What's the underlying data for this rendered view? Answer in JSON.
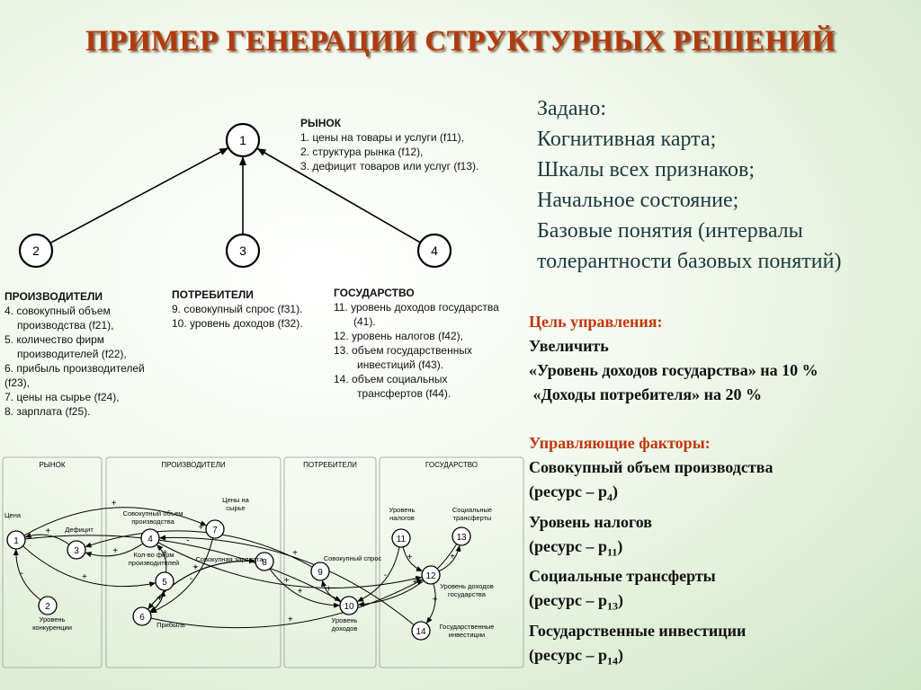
{
  "title": "ПРИМЕР  ГЕНЕРАЦИИ СТРУКТУРНЫХ РЕШЕНИЙ",
  "top_diagram": {
    "nodes": [
      {
        "id": "1",
        "label": "1"
      },
      {
        "id": "2",
        "label": "2"
      },
      {
        "id": "3",
        "label": "3"
      },
      {
        "id": "4",
        "label": "4"
      }
    ],
    "edges": [
      [
        "2",
        "1"
      ],
      [
        "3",
        "1"
      ],
      [
        "4",
        "1"
      ]
    ],
    "market": {
      "heading": "РЫНОК",
      "items": [
        "1. цены на товары и услуги (f11),",
        "2. структура рынка (f12),",
        "3. дефицит товаров или услуг (f13)."
      ]
    },
    "producers": {
      "heading": "ПРОИЗВОДИТЕЛИ",
      "items": [
        "4. совокупный объем",
        "производства (f21),",
        "5. количество фирм",
        "производителей (f22),",
        "6. прибыль производителей",
        "(f23),",
        "7. цены на сырье (f24),",
        "8. зарплата  (f25)."
      ]
    },
    "consumers": {
      "heading": "ПОТРЕБИТЕЛИ",
      "items": [
        "9. совокупный спрос (f31).",
        "10. уровень доходов (f32)."
      ]
    },
    "state": {
      "heading": "ГОСУДАРСТВО",
      "items": [
        "11. уровень доходов государства",
        "(41).",
        "12. уровень налогов (f42),",
        "13. объем государственных",
        "инвестиций (f43).",
        "14. объем социальных",
        "трансфертов (f44)."
      ]
    }
  },
  "cognitive_map": {
    "sections": [
      "РЫНОК",
      "ПРОИЗВОДИТЕЛИ",
      "ПОТРЕБИТЕЛИ",
      "ГОСУДАРСТВО"
    ],
    "nodes": [
      {
        "id": "1",
        "label": "1",
        "caption": "Цена"
      },
      {
        "id": "2",
        "label": "2",
        "caption": "Уровень конкуренции"
      },
      {
        "id": "3",
        "label": "3",
        "caption": "Дефицит"
      },
      {
        "id": "4",
        "label": "4",
        "caption": "Совокупный  объем производства"
      },
      {
        "id": "5",
        "label": "5",
        "caption": "Кол-во  фирм производителей"
      },
      {
        "id": "6",
        "label": "6",
        "caption": "Прибыль"
      },
      {
        "id": "7",
        "label": "7",
        "caption": "Цены на сырье"
      },
      {
        "id": "8",
        "label": "8",
        "caption": "Совокупная зарплата"
      },
      {
        "id": "9",
        "label": "9",
        "caption": "Совокупный спрос"
      },
      {
        "id": "10",
        "label": "10",
        "caption": "Уровень доходов"
      },
      {
        "id": "11",
        "label": "11",
        "caption": "Уровень налогов"
      },
      {
        "id": "12",
        "label": "12",
        "caption": "Уровень  доходов государства"
      },
      {
        "id": "13",
        "label": "13",
        "caption": "Социальные трансферты"
      },
      {
        "id": "14",
        "label": "14",
        "caption": "Государственные инвестиции"
      }
    ],
    "edges": [
      {
        "from": "3",
        "to": "1",
        "sign": "+"
      },
      {
        "from": "4",
        "to": "3",
        "sign": "+"
      },
      {
        "from": "5",
        "to": "4",
        "sign": "+"
      },
      {
        "from": "2",
        "to": "1",
        "sign": "-"
      },
      {
        "from": "1",
        "to": "5",
        "sign": "+"
      },
      {
        "from": "5",
        "to": "6",
        "sign": "+"
      },
      {
        "from": "6",
        "to": "5",
        "sign": "+"
      },
      {
        "from": "7",
        "to": "6",
        "sign": "-"
      },
      {
        "from": "8",
        "to": "6",
        "sign": "-"
      },
      {
        "from": "6",
        "to": "8",
        "sign": "+"
      },
      {
        "from": "9",
        "to": "3",
        "sign": "+"
      },
      {
        "from": "10",
        "to": "9",
        "sign": "+"
      },
      {
        "from": "8",
        "to": "10",
        "sign": "+"
      },
      {
        "from": "11",
        "to": "10",
        "sign": "-"
      },
      {
        "from": "11",
        "to": "12",
        "sign": "+"
      },
      {
        "from": "13",
        "to": "10",
        "sign": "+"
      },
      {
        "from": "12",
        "to": "13",
        "sign": "+"
      },
      {
        "from": "12",
        "to": "14",
        "sign": "+"
      },
      {
        "from": "14",
        "to": "4",
        "sign": "+"
      },
      {
        "from": "1",
        "to": "7",
        "sign": "+"
      },
      {
        "from": "6",
        "to": "12",
        "sign": "+"
      },
      {
        "from": "1",
        "to": "10",
        "sign": "-"
      },
      {
        "from": "4",
        "to": "12",
        "sign": "+"
      }
    ]
  },
  "given": [
    "Задано:",
    "Когнитивная карта;",
    "Шкалы всех признаков;",
    "Начальное  состояние;",
    "Базовые понятия (интервалы",
    "толерантности базовых понятий)"
  ],
  "goal": {
    "heading": "Цель управления:",
    "lines": [
      "Увеличить",
      "«Уровень доходов государства»  на  10 %",
      " «Доходы потребителя» на 20 %"
    ]
  },
  "factors": {
    "heading": "Управляющие факторы:",
    "items": [
      {
        "name": "Совокупный объем производства",
        "resource_prefix": "(ресурс – р",
        "resource_sub": "4",
        "resource_suffix": ")"
      },
      {
        "name": "Уровень налогов",
        "resource_prefix": "(ресурс – р",
        "resource_sub": "11",
        "resource_suffix": ")"
      },
      {
        "name": "Социальные  трансферты",
        "resource_prefix": "(ресурс – р",
        "resource_sub": "13",
        "resource_suffix": ")"
      },
      {
        "name": "Государственные  инвестиции",
        "resource_prefix": "(ресурс – р",
        "resource_sub": "14",
        "resource_suffix": ")"
      }
    ]
  }
}
